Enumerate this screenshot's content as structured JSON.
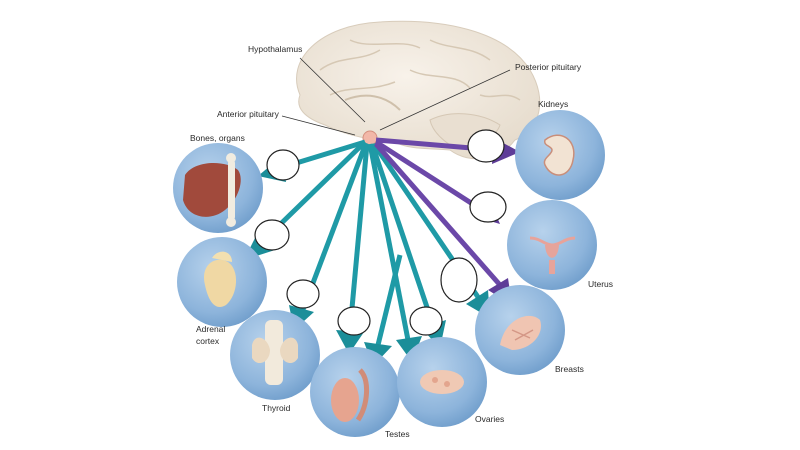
{
  "labels": {
    "hypothalamus": "Hypothalamus",
    "posterior_pituitary": "Posterior pituitary",
    "anterior_pituitary": "Anterior pituitary",
    "bones_organs": "Bones, organs",
    "kidneys": "Kidneys",
    "adrenal_line1": "Adrenal",
    "adrenal_line2": "cortex",
    "uterus": "Uterus",
    "thyroid": "Thyroid",
    "breasts": "Breasts",
    "testes": "Testes",
    "ovaries": "Ovaries"
  },
  "colors": {
    "anterior_arrows": "#1f9aa6",
    "posterior_arrows": "#6b48a8",
    "organ_disc": "#8fb6dc",
    "brain": "#efe6da"
  },
  "blank_label_count": 8
}
